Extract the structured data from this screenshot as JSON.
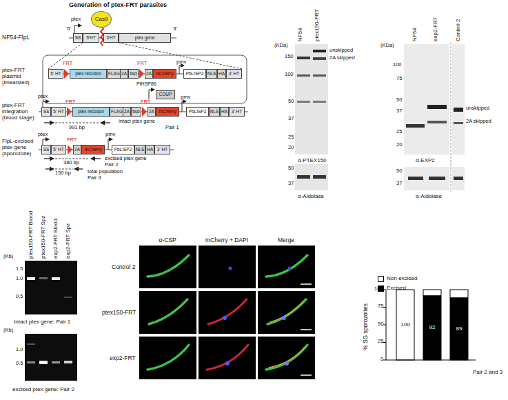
{
  "diagram": {
    "nodes": [
      {
        "text": [
          "Cas9"
        ]
      },
      {
        "text": [
          "SS"
        ]
      },
      {
        "text": [
          "5'HT"
        ]
      },
      {
        "text": [
          "3'HT"
        ]
      },
      {
        "text": [
          "ptex gene"
        ]
      },
      {
        "text": [
          "5' HT"
        ]
      },
      {
        "text": [
          "ptex recodon"
        ]
      },
      {
        "text": [
          "FLAG"
        ]
      },
      {
        "text": [
          "2A"
        ]
      },
      {
        "text": [
          "bsd"
        ]
      },
      {
        "text": [
          "2A"
        ]
      },
      {
        "text": [
          "mCherry"
        ]
      },
      {
        "text": [
          "PbLISP2"
        ]
      },
      {
        "text": [
          "NLS"
        ]
      },
      {
        "text": [
          "HA"
        ]
      },
      {
        "text": [
          "3' HT"
        ]
      },
      {
        "text": [
          "COUP"
        ]
      },
      {
        "text": [
          "SS"
        ]
      },
      {
        "text": [
          "5' HT"
        ]
      },
      {
        "text": [
          "ptex recodon"
        ]
      },
      {
        "text": [
          "FLAG"
        ]
      },
      {
        "text": [
          "2A"
        ]
      },
      {
        "text": [
          "bsd"
        ]
      },
      {
        "text": [
          "2A"
        ]
      },
      {
        "text": [
          "mCherry"
        ]
      },
      {
        "text": [
          "PbLISP2"
        ]
      },
      {
        "text": [
          "NLS"
        ]
      },
      {
        "text": [
          "HA"
        ]
      },
      {
        "text": [
          "3' HT"
        ]
      },
      {
        "text": [
          "SS"
        ]
      },
      {
        "text": [
          "5' HT"
        ]
      },
      {
        "text": [
          "2A"
        ]
      },
      {
        "text": [
          "mCherry"
        ]
      },
      {
        "text": [
          "PbLISP2"
        ]
      },
      {
        "text": [
          "NLS"
        ]
      },
      {
        "text": [
          "HA"
        ]
      },
      {
        "text": [
          "3' HT"
        ]
      }
    ],
    "edges": [
      {
        "from": 2,
        "to": 5,
        "arrow": "none"
      },
      {
        "from": 3,
        "to": 15,
        "arrow": "none"
      }
    ],
    "labels": [
      "Generation of ptex-FRT parasites",
      "NF54-FlpL",
      "5'",
      "3'",
      "ptex",
      "ptex-FRT plasmid (linearized)",
      "FRT",
      "FRT",
      "pmv",
      "PfHSP86",
      "ptex-FRT integration (blood stage)",
      "ptex",
      "FRT",
      "FRT",
      "pmv",
      "991 bp",
      "intact ptex gene",
      "Pair 1",
      "FlpL-excised ptex gene (sporozoite)",
      "ptex",
      "FRT",
      "pmv",
      "380 bp",
      "excised ptex gene",
      "Pair 2",
      "150 bp",
      "total population",
      "Pair 3",
      "NF54",
      "ptex150-FRT",
      "(KDa)",
      "150",
      "100",
      "50",
      "37",
      "25",
      "20",
      "unskipped",
      "2A skipped",
      "α-PTEX150",
      "50",
      "37",
      "α-Aldolase",
      "NF54",
      "exp2-FRT",
      "Control 2",
      "(KDa)",
      "100",
      "75",
      "50",
      "37",
      "25",
      "20",
      "unskipped",
      "2A skipped",
      "α-EXP2",
      "50",
      "37",
      "α-Aldolase",
      "ptex150-FRT Blood",
      "ptex150-FRT Spz",
      "exp2-FRT Blood",
      "exp2-FRT Spz",
      "(Kb)",
      "1.5",
      "1.0",
      "0.5",
      "Intact ptex gene: Pair 1",
      "(Kb)",
      "1.0",
      "0.5",
      "excised ptex gene: Pair 2",
      "α-CSP",
      "mCherry + DAPI",
      "Merge",
      "Control 2",
      "ptex150-FRT",
      "exp2-FRT",
      "% SG sporozoites",
      "0",
      "25",
      "50",
      "75",
      "100",
      "100",
      "92",
      "89",
      "Pair 2 and 3"
    ],
    "legend": [
      {
        "text": "Non-excised",
        "color": "#ffffff"
      },
      {
        "text": "Excised",
        "color": "#000000"
      }
    ]
  }
}
